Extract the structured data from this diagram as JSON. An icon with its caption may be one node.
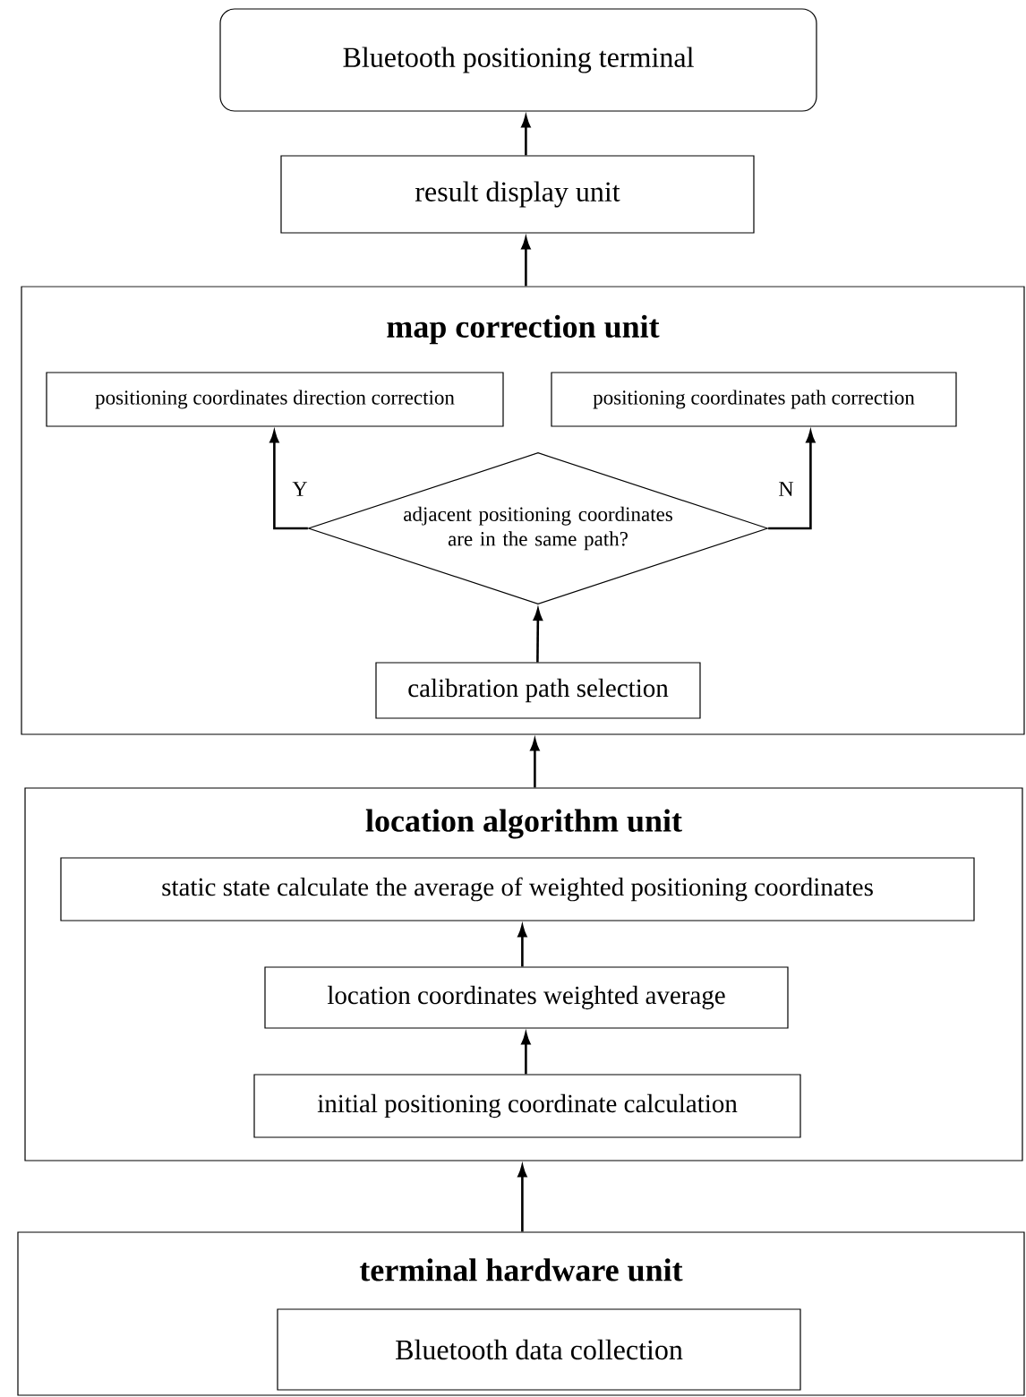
{
  "diagram": {
    "nodes": [
      {
        "text": [
          "Bluetooth positioning terminal"
        ]
      },
      {
        "text": [
          "result display unit"
        ]
      },
      {
        "text": [
          "map correction unit"
        ]
      },
      {
        "text": [
          "positioning coordinates direction correction"
        ],
        "in": 2
      },
      {
        "text": [
          "positioning coordinates path correction"
        ],
        "in": 2
      },
      {
        "text": [
          "adjacent positioning coordinates are in the same path?"
        ],
        "in": 2
      },
      {
        "text": [
          "calibration path selection"
        ],
        "in": 2
      },
      {
        "text": [
          "location algorithm unit"
        ]
      },
      {
        "text": [
          "static state calculate the average of weighted positioning coordinates"
        ],
        "in": 7
      },
      {
        "text": [
          "location coordinates weighted average"
        ],
        "in": 7
      },
      {
        "text": [
          "initial positioning coordinate calculation"
        ],
        "in": 7
      },
      {
        "text": [
          "terminal hardware unit"
        ]
      },
      {
        "text": [
          "Bluetooth data collection"
        ],
        "in": 11
      }
    ],
    "edges": [
      {
        "from": 1,
        "to": 0,
        "arrow": "to"
      },
      {
        "from": 2,
        "to": 1,
        "arrow": "to"
      },
      {
        "from": 5,
        "to": 3,
        "arrow": "to",
        "label": "Y"
      },
      {
        "from": 5,
        "to": 4,
        "arrow": "to",
        "label": "N"
      },
      {
        "from": 6,
        "to": 5,
        "arrow": "to"
      },
      {
        "from": 7,
        "to": 2,
        "arrow": "to"
      },
      {
        "from": 9,
        "to": 8,
        "arrow": "to"
      },
      {
        "from": 10,
        "to": 9,
        "arrow": "to"
      },
      {
        "from": 11,
        "to": 7,
        "arrow": "to"
      }
    ]
  }
}
